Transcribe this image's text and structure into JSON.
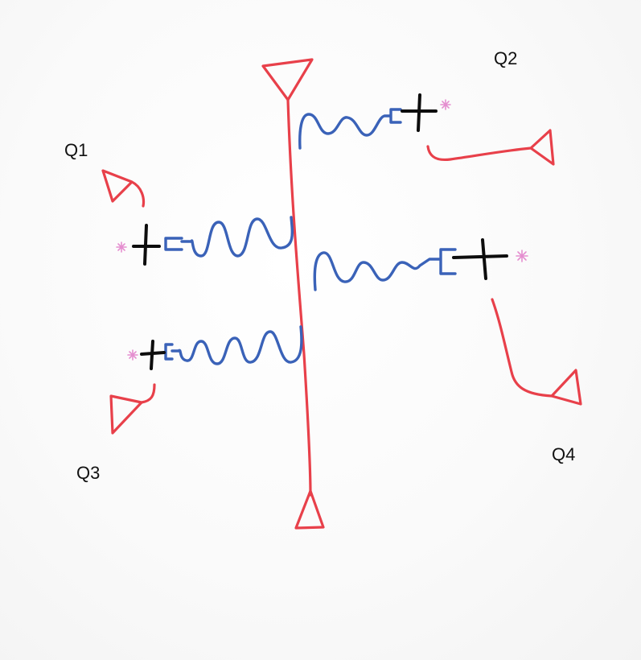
{
  "qubits": {
    "q1": {
      "label": "Q1"
    },
    "q2": {
      "label": "Q2"
    },
    "q3": {
      "label": "Q3"
    },
    "q4": {
      "label": "Q4"
    }
  },
  "colors": {
    "feedline": "#e8404a",
    "resonator": "#3a62b8",
    "qubit_cross": "#0d0d0d",
    "marker": "#e58fd0"
  }
}
